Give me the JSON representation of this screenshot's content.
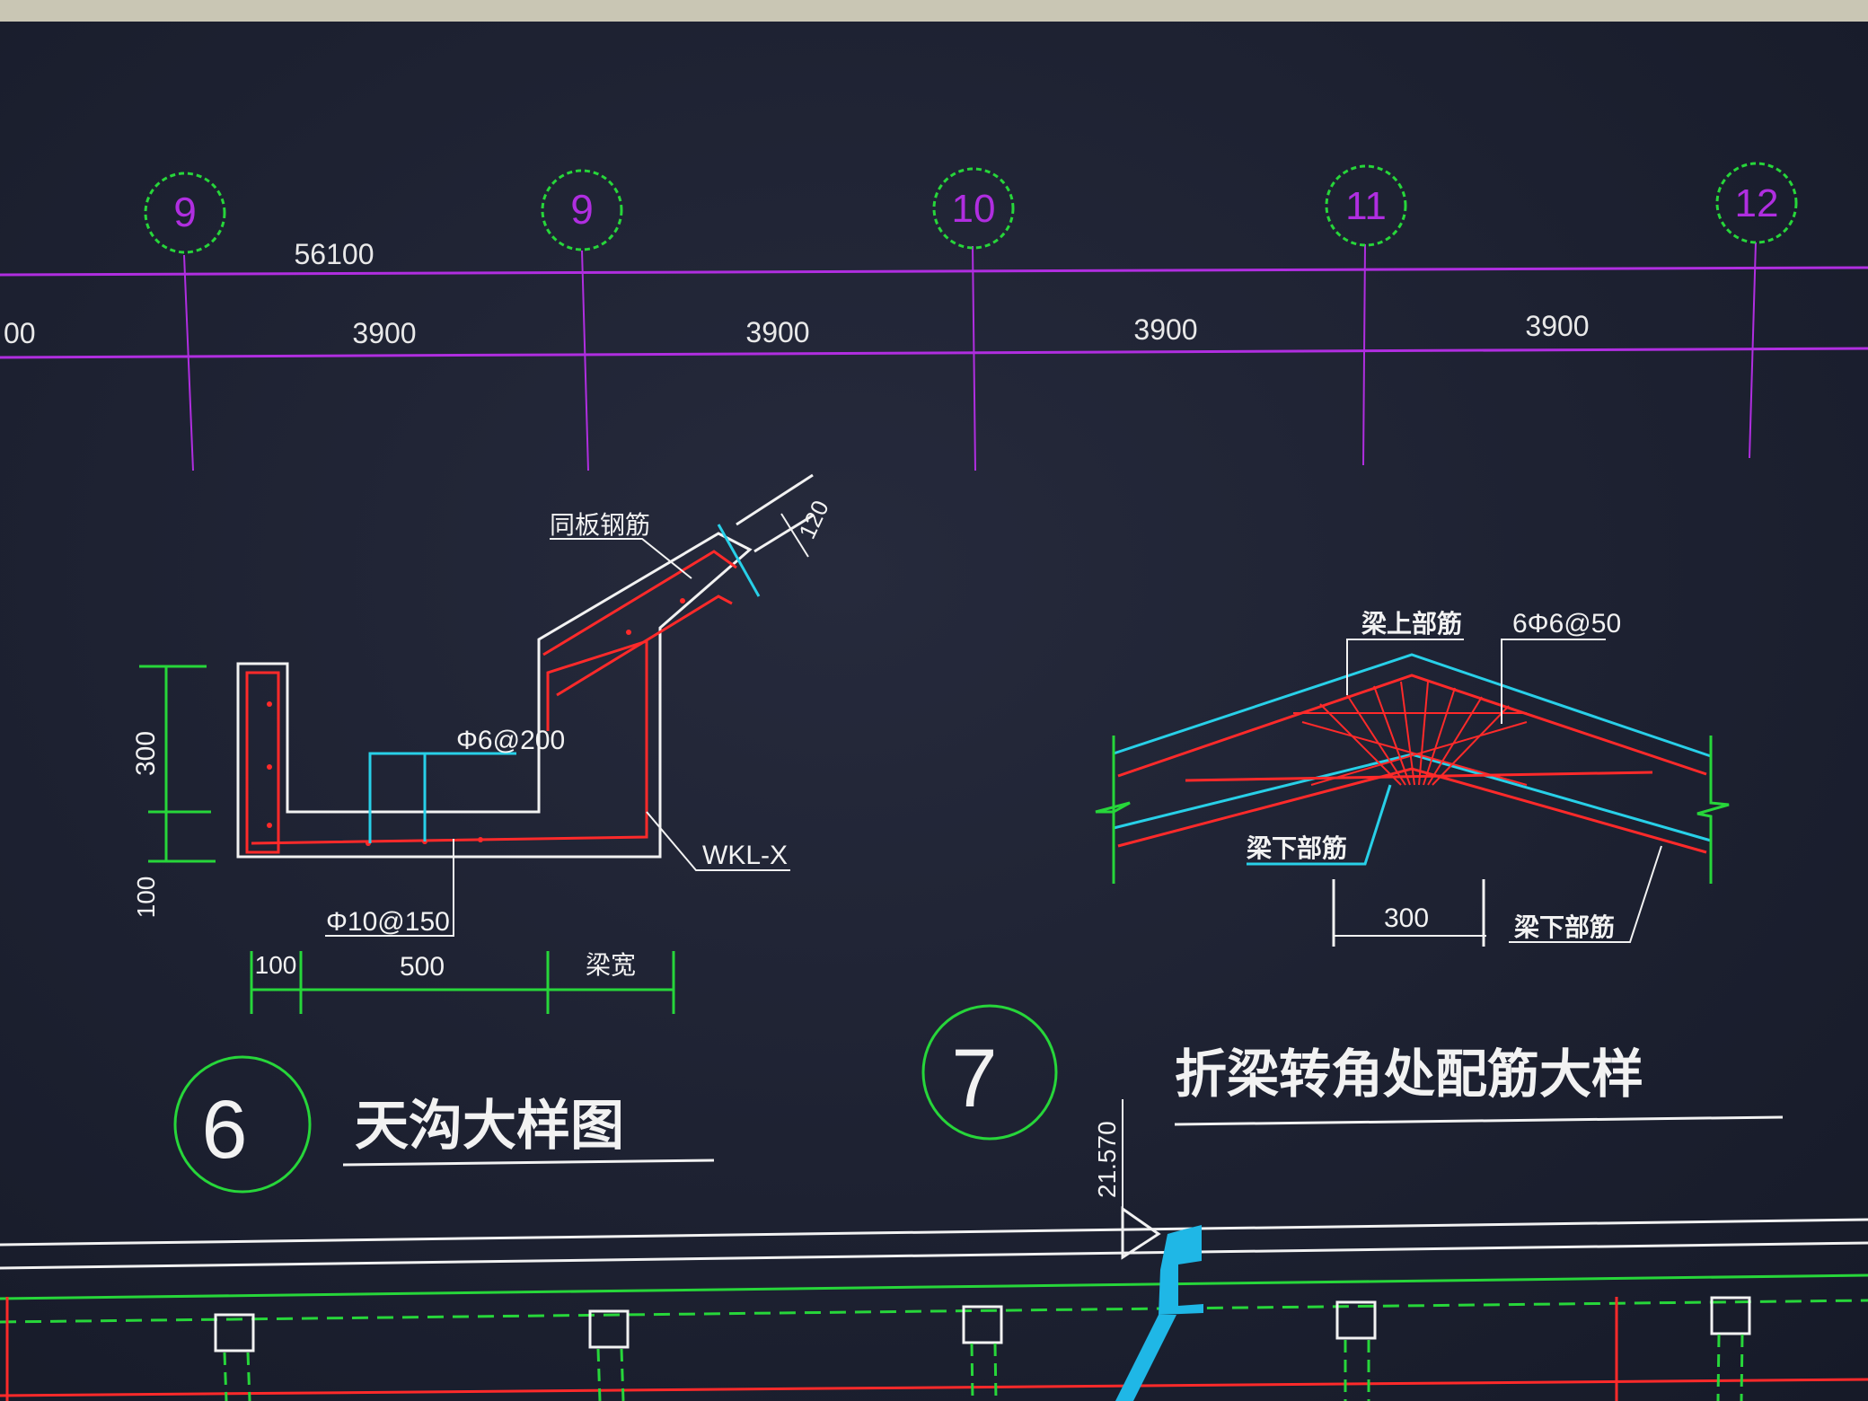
{
  "grid": {
    "axis_labels": [
      "9",
      "9",
      "10",
      "11",
      "12"
    ],
    "overall_dim": "56100",
    "left_partial_dim": "00",
    "bay_dims": [
      "3900",
      "3900",
      "3900",
      "3900"
    ]
  },
  "detail6": {
    "number": "6",
    "title": "天沟大样图",
    "labels": {
      "roof_rebar": "同板钢筋",
      "stirrup_top": "Φ6@200",
      "stirrup_bottom": "Φ10@150",
      "beam": "WKL-X",
      "dim_height_300": "300",
      "dim_height_100": "100",
      "dim_b_100": "100",
      "dim_b_500": "500",
      "dim_b_width": "梁宽",
      "slope_dim": "120"
    }
  },
  "detail7": {
    "number": "7",
    "title": "折梁转角处配筋大样",
    "labels": {
      "top_rebar": "梁上部筋",
      "stirrup": "6Φ6@50",
      "bottom_rebar": "梁下部筋",
      "dim_300": "300",
      "bottom_rebar2": "梁下部筋"
    }
  },
  "elevation": {
    "level": "21.570"
  },
  "colors": {
    "green": "#27d63a",
    "magenta": "#b02ee0",
    "white": "#f2f2f2",
    "red": "#ff2a2a",
    "cyan": "#28d0e8"
  }
}
